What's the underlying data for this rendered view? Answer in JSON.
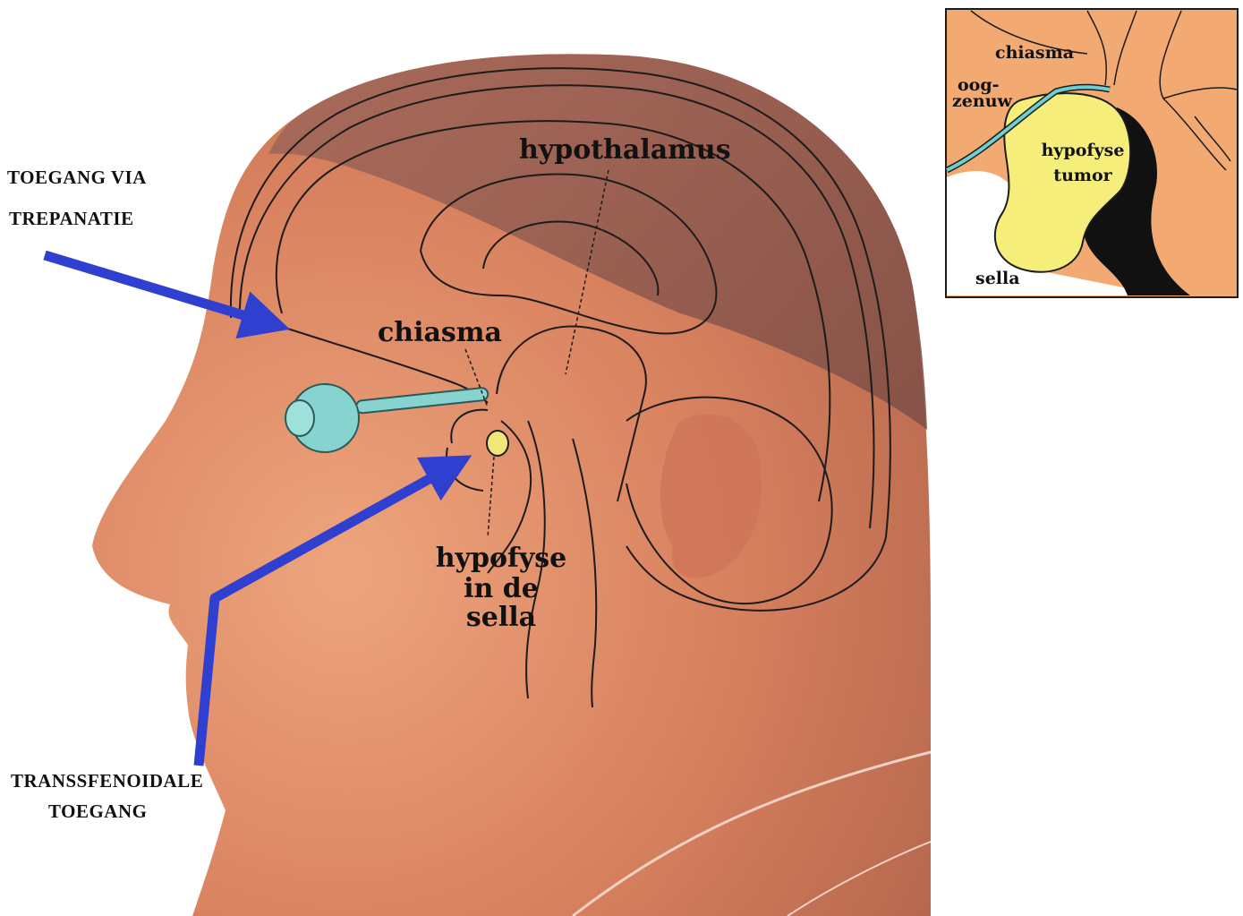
{
  "labels": {
    "trepanation_line1": "TOEGANG VIA",
    "trepanation_line2": "TREPANATIE",
    "transsphenoidal_line1": "TRANSSFENOIDALE",
    "transsphenoidal_line2": "TOEGANG",
    "hypothalamus": "hypothalamus",
    "chiasma": "chiasma",
    "hypofyse_line1": "hypofyse",
    "hypofyse_line2": "in de",
    "hypofyse_line3": "sella"
  },
  "inset": {
    "chiasma": "chiasma",
    "oogzenuw_line1": "oog-",
    "oogzenuw_line2": "zenuw",
    "tumor_line1": "hypofyse",
    "tumor_line2": "tumor",
    "sella": "sella"
  },
  "colors": {
    "skin": "#d9825f",
    "hair": "#8c5a4e",
    "arrow": "#2f3fcf",
    "eye": "#86d3d0",
    "pituitary": "#f2e67a",
    "inset_bg": "#f2aa72",
    "inset_tumor": "#f5ee7a",
    "inset_nerve": "#6fcfd0"
  }
}
